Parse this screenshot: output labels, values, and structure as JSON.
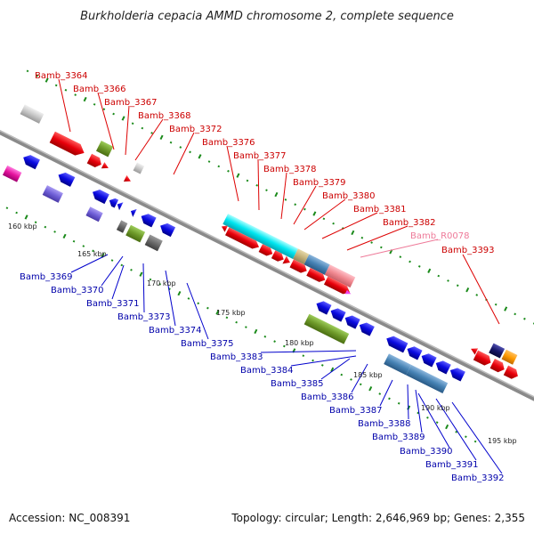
{
  "title": "Burkholderia cepacia AMMD chromosome 2, complete sequence",
  "footer": {
    "accession": "Accession: NC_008391",
    "topology": "Topology: circular; Length: 2,646,969 bp; Genes: 2,355"
  },
  "scale_labels": [
    "160 kbp",
    "165 kbp",
    "170 kbp",
    "175 kbp",
    "180 kbp",
    "185 kbp",
    "190 kbp",
    "195 kbp"
  ],
  "top_labels": [
    "Bamb_3364",
    "Bamb_3366",
    "Bamb_3367",
    "Bamb_3368",
    "Bamb_3372",
    "Bamb_3376",
    "Bamb_3377",
    "Bamb_3378",
    "Bamb_3379",
    "Bamb_3380",
    "Bamb_3381",
    "Bamb_3382",
    "Bamb_R0078",
    "Bamb_3393"
  ],
  "bottom_labels": [
    "Bamb_3369",
    "Bamb_3370",
    "Bamb_3371",
    "Bamb_3373",
    "Bamb_3374",
    "Bamb_3375",
    "Bamb_3383",
    "Bamb_3384",
    "Bamb_3385",
    "Bamb_3386",
    "Bamb_3387",
    "Bamb_3388",
    "Bamb_3389",
    "Bamb_3390",
    "Bamb_3391",
    "Bamb_3392"
  ],
  "colors": {
    "forward_cds": "#e8000b",
    "reverse_cds": "#0a0ae0",
    "top_label": "#cc0000",
    "bottom_label": "#0000aa",
    "rna_label": "#ee7a99",
    "backbone": "#8a8a8a",
    "tick_dots": "#1a8a1a"
  }
}
